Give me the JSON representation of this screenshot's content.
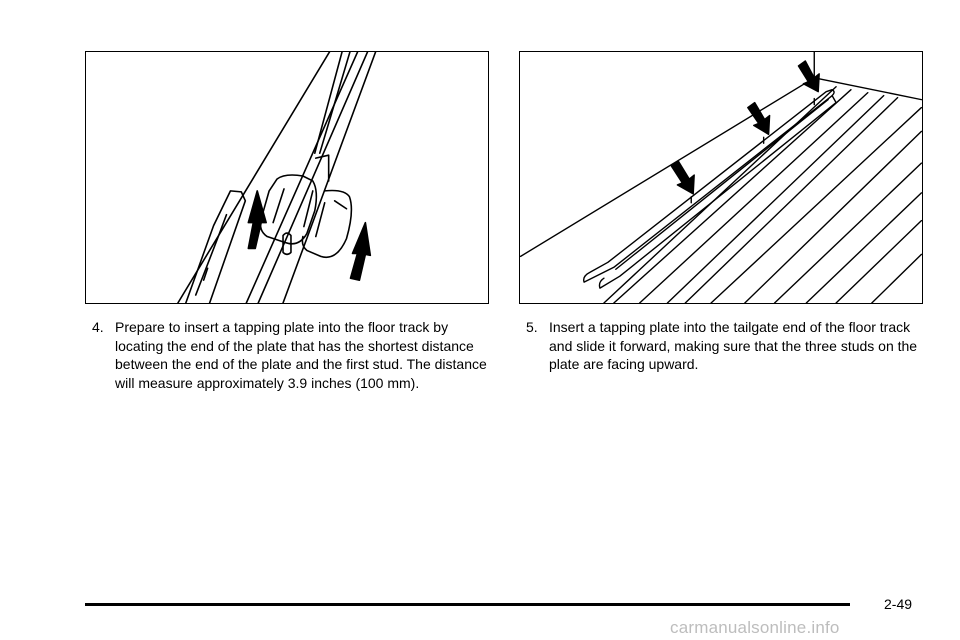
{
  "colors": {
    "ink": "#000000",
    "paper": "#ffffff",
    "watermark": "#bdbdbd"
  },
  "steps": [
    {
      "number": "4.",
      "text": "Prepare to insert a tapping plate into the floor track by locating the end of the plate that has the shortest distance between the end of the plate and the first stud. The distance will measure approximately 3.9 inches (100 mm)."
    },
    {
      "number": "5.",
      "text": "Insert a tapping plate into the tailgate end of the floor track and slide it forward, making sure that the three studs on the plate are facing upward."
    }
  ],
  "footer": {
    "page_number": "2-49"
  },
  "watermark": {
    "text": "carmanualsonline.info"
  }
}
